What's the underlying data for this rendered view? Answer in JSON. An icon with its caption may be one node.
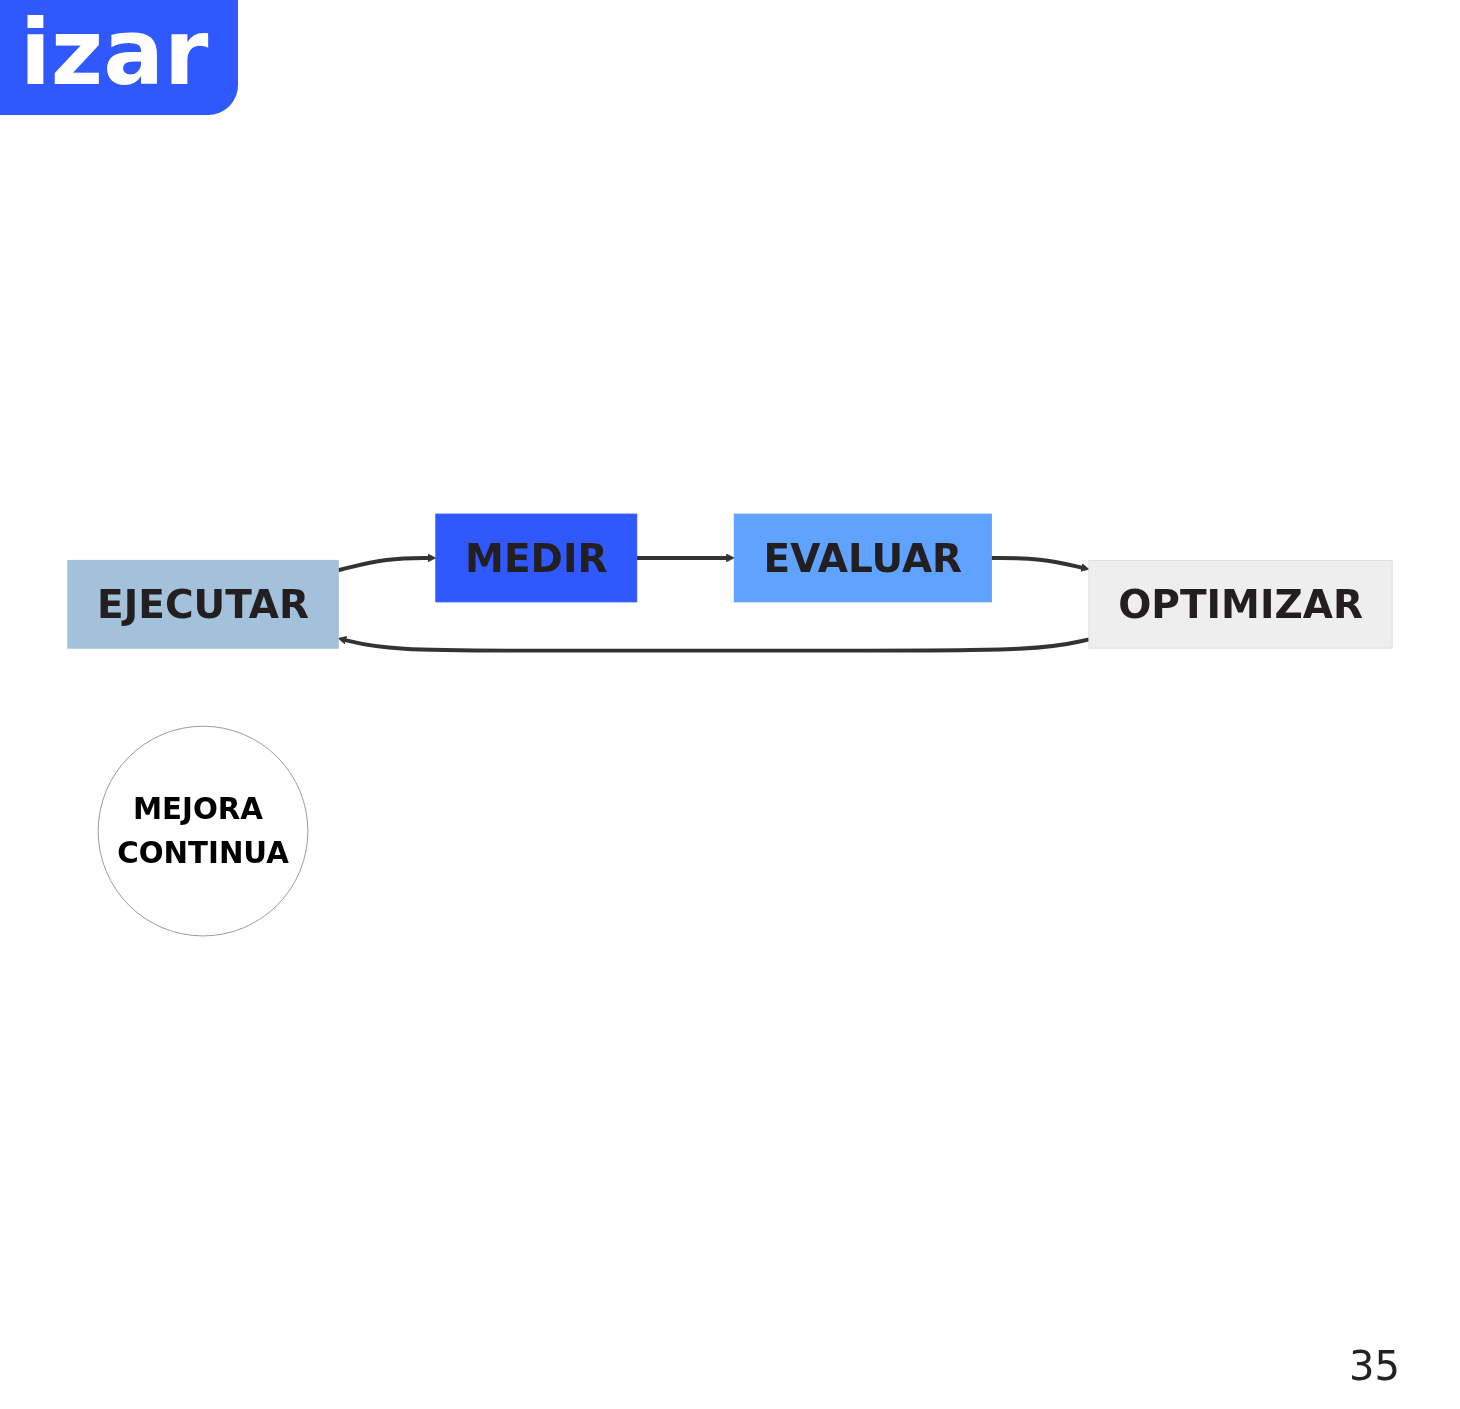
{
  "diagram": {
    "nodes": [
      {
        "text": [
          "EJECUTAR"
        ]
      },
      {
        "text": [
          "MEDIR"
        ]
      },
      {
        "text": [
          "EVALUAR"
        ]
      },
      {
        "text": [
          "OPTIMIZAR"
        ]
      },
      {
        "text": [
          "MEJORA CONTINUA"
        ]
      }
    ],
    "edges": [
      {
        "from": 0,
        "to": 1,
        "arrow": "to"
      },
      {
        "from": 1,
        "to": 2,
        "arrow": "to"
      },
      {
        "from": 2,
        "to": 3,
        "arrow": "to"
      },
      {
        "from": 3,
        "to": 0,
        "arrow": "to"
      }
    ],
    "labels": [
      "izar",
      "35"
    ]
  }
}
